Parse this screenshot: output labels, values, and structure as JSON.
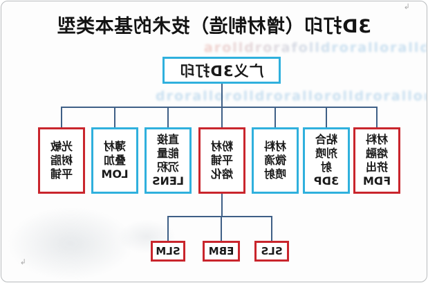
{
  "title": "3D打印（增材制造）技术的基本类型",
  "root": {
    "label": "广义3D打印"
  },
  "level2": [
    {
      "id": "material-extrusion-fdm",
      "text": "材料\n熔融\n挤出\nFDM",
      "border": "red"
    },
    {
      "id": "binder-jetting-3dp",
      "text": "粘合\n剂喷\n射\n3DP",
      "border": "cyan"
    },
    {
      "id": "material-jetting",
      "text": "材料\n微滴\n喷射",
      "border": "cyan"
    },
    {
      "id": "powder-bed-fusion",
      "text": "粉材\n平铺\n熔化",
      "border": "red"
    },
    {
      "id": "directed-energy-lens",
      "text": "直接\n能量\n沉积\nLENS",
      "border": "cyan"
    },
    {
      "id": "sheet-lamination-lom",
      "text": "薄材\n叠加\nLOM",
      "border": "cyan"
    },
    {
      "id": "vat-photopolymer",
      "text": "光敏\n树脂\n平铺",
      "border": "red"
    }
  ],
  "level3": [
    {
      "id": "sls",
      "text": "SLS"
    },
    {
      "id": "ebm",
      "text": "EBM"
    },
    {
      "id": "slm",
      "text": "SLM"
    }
  ],
  "watermark": {
    "row1": "arolldrorafolldroralloralldrorafol",
    "row2": "drorallorolldrorallorolldroralloralldrora"
  },
  "cursor_marks": {
    "glyph": "↳"
  },
  "colors": {
    "cyan_border": "#2fb0dd",
    "red_border": "#c9252c",
    "line": "#3e5f86",
    "text": "#1a1a1a"
  },
  "presentation": {
    "mirrored_horizontally": true
  }
}
